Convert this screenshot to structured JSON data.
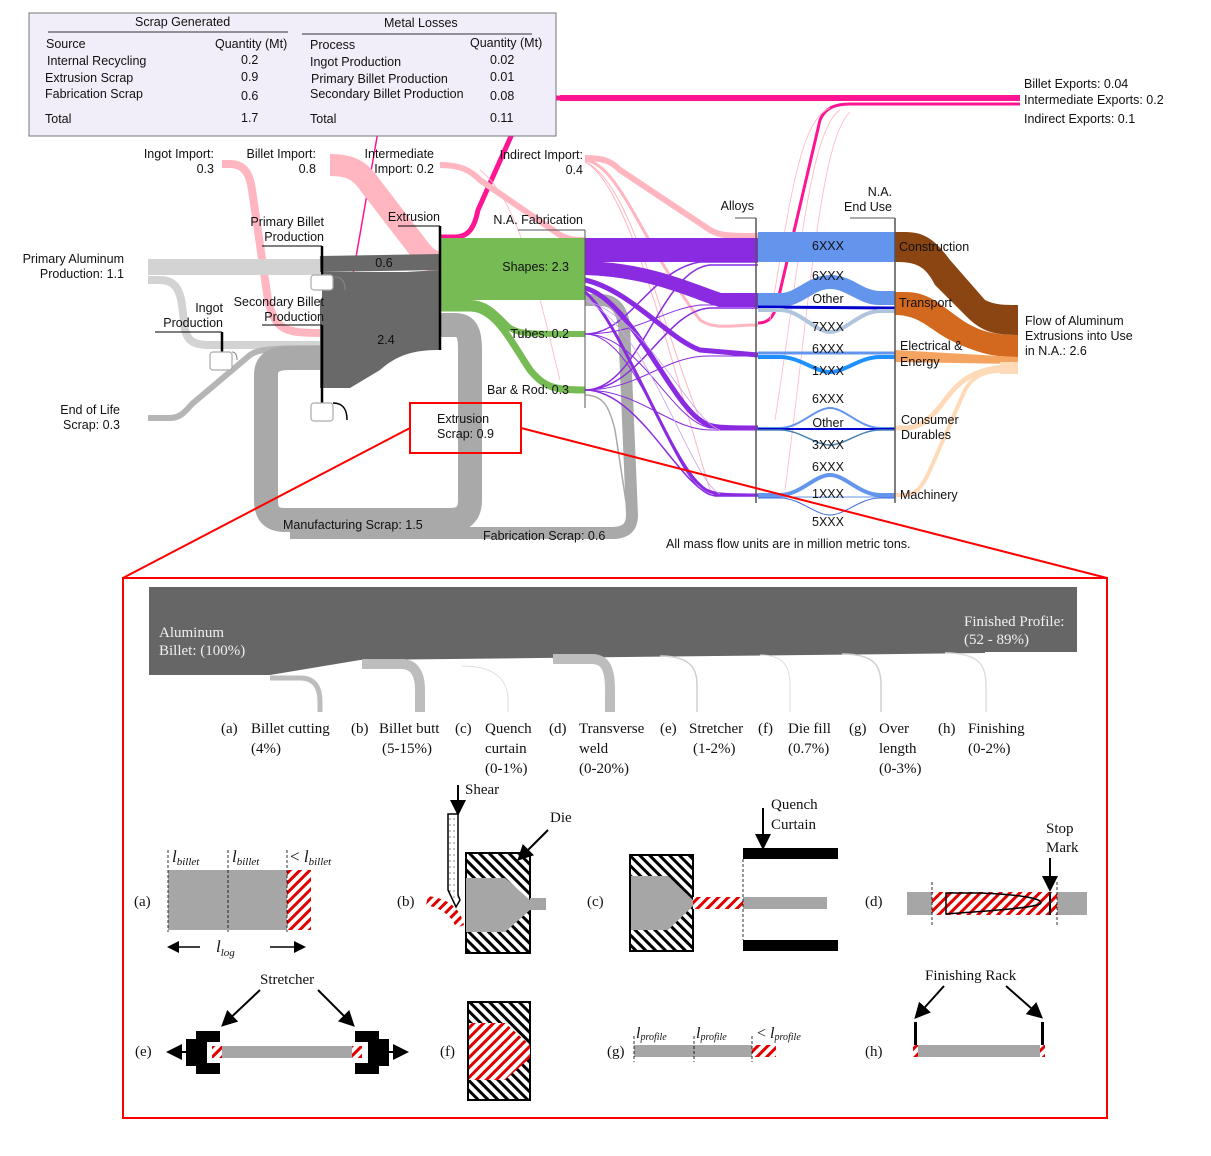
{
  "scrap_table": {
    "title": "Scrap Generated",
    "col_source": "Source",
    "col_qty": "Quantity (Mt)",
    "rows": [
      {
        "label": "Internal Recycling",
        "value": "0.2"
      },
      {
        "label": "Extrusion Scrap",
        "value": "0.9"
      },
      {
        "label": "Fabrication Scrap",
        "value": "0.6"
      }
    ],
    "total_label": "Total",
    "total_value": "1.7"
  },
  "loss_table": {
    "title": "Metal Losses",
    "col_process": "Process",
    "col_qty": "Quantity (Mt)",
    "rows": [
      {
        "label": "Ingot Production",
        "value": "0.02"
      },
      {
        "label": "Primary Billet Production",
        "value": "0.01"
      },
      {
        "label": "Secondary Billet Production",
        "value": "0.08"
      }
    ],
    "total_label": "Total",
    "total_value": "0.11"
  },
  "sankey": {
    "colors": {
      "import": "#ffb6c1",
      "export": "#ff1493",
      "primary": "#d3d3d3",
      "billet": "#696969",
      "scrap": "#a9a9a9",
      "fabrication": "#77bb55",
      "alloy_flow": "#8a2be2",
      "alloy_6xxx": "#6495ed",
      "alloy_other": "#0000cd",
      "alloy_7xxx": "#b0c4de",
      "alloy_1xxx": "#1e90ff",
      "construction": "#8b4513",
      "transport": "#d2691e",
      "electrical": "#f4a460",
      "consumer": "#ffdab9",
      "highlight": "#ff0000"
    },
    "sources": {
      "ingot_import": {
        "line1": "Ingot Import:",
        "line2": "0.3"
      },
      "billet_import": {
        "line1": "Billet Import:",
        "line2": "0.8"
      },
      "intermediate_import": {
        "line1": "Intermediate",
        "line2": "Import: 0.2"
      },
      "indirect_import": {
        "line1": "Indirect Import:",
        "line2": "0.4"
      },
      "primary_aluminum": {
        "line1": "Primary Aluminum",
        "line2": "Production: 1.1"
      },
      "end_of_life": {
        "line1": "End of Life",
        "line2": "Scrap: 0.3"
      }
    },
    "processes": {
      "primary_billet": {
        "line1": "Primary Billet",
        "line2": "Production"
      },
      "secondary_billet": {
        "line1": "Secondary Billet",
        "line2": "Production"
      },
      "ingot": {
        "line1": "Ingot",
        "line2": "Production"
      },
      "extrusion": "Extrusion",
      "fabrication": "N.A. Fabrication",
      "alloys": "Alloys",
      "end_use": {
        "line1": "N.A.",
        "line2": "End Use"
      }
    },
    "flow_labels": {
      "primary_billet_value": "0.6",
      "secondary_billet_value": "2.4",
      "shapes": "Shapes: 2.3",
      "tubes": "Tubes: 0.2",
      "bar_rod": "Bar & Rod: 0.3",
      "extrusion_scrap": {
        "line1": "Extrusion",
        "line2": "Scrap: 0.9"
      },
      "manufacturing_scrap": "Manufacturing Scrap: 1.5",
      "fabrication_scrap": "Fabrication Scrap: 0.6"
    },
    "exports": [
      "Billet Exports: 0.04",
      "Intermediate Exports: 0.2",
      "Indirect Exports: 0.1"
    ],
    "alloy_labels": [
      "6XXX",
      "6XXX",
      "Other",
      "7XXX",
      "6XXX",
      "1XXX",
      "6XXX",
      "Other",
      "3XXX",
      "6XXX",
      "1XXX",
      "5XXX"
    ],
    "end_uses": [
      "Construction",
      "Transport",
      "Electrical &",
      "Energy",
      "Consumer",
      "Durables",
      "Machinery"
    ],
    "output": {
      "line1": "Flow of Aluminum",
      "line2": "Extrusions into Use",
      "line3": "in N.A.: 2.6"
    },
    "units_note": "All mass flow units are in million metric tons."
  },
  "detail": {
    "input_label": {
      "line1": "Aluminum",
      "line2": "Billet: (100%)"
    },
    "output_label": {
      "line1": "Finished Profile:",
      "line2": "(52 - 89%)"
    },
    "losses": [
      {
        "key": "(a)",
        "lines": [
          "Billet cutting",
          "(4%)"
        ]
      },
      {
        "key": "(b)",
        "lines": [
          "Billet butt",
          "(5-15%)"
        ]
      },
      {
        "key": "(c)",
        "lines": [
          "Quench",
          "curtain",
          "(0-1%)"
        ]
      },
      {
        "key": "(d)",
        "lines": [
          "Transverse",
          "weld",
          "(0-20%)"
        ]
      },
      {
        "key": "(e)",
        "lines": [
          "Stretcher",
          "(1-2%)"
        ]
      },
      {
        "key": "(f)",
        "lines": [
          "Die fill",
          "(0.7%)"
        ]
      },
      {
        "key": "(g)",
        "lines": [
          "Over",
          "length",
          "(0-3%)"
        ]
      },
      {
        "key": "(h)",
        "lines": [
          "Finishing",
          "(0-2%)"
        ]
      }
    ],
    "illustrations": {
      "a": {
        "key": "(a)",
        "l_billet": "l",
        "sub_billet": "billet",
        "lt": "<",
        "l_log": "l",
        "sub_log": "log"
      },
      "b": {
        "key": "(b)",
        "shear": "Shear",
        "die": "Die"
      },
      "c": {
        "key": "(c)",
        "quench1": "Quench",
        "quench2": "Curtain"
      },
      "d": {
        "key": "(d)",
        "stop1": "Stop",
        "stop2": "Mark"
      },
      "e": {
        "key": "(e)",
        "stretcher": "Stretcher"
      },
      "f": {
        "key": "(f)"
      },
      "g": {
        "key": "(g)",
        "l": "l",
        "sub": "profile",
        "lt": "<"
      },
      "h": {
        "key": "(h)",
        "rack": "Finishing Rack"
      }
    }
  }
}
